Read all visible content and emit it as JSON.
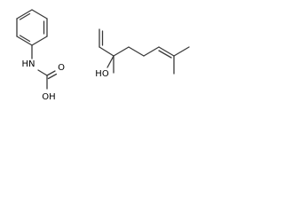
{
  "molecules": [
    {
      "atoms": {
        "nh": "HN",
        "carbonyl_o": "O",
        "oh": "OH"
      }
    },
    {
      "atoms": {
        "ho": "HO"
      }
    }
  ],
  "colors": {
    "bond": "#3a3a3a",
    "text": "#000000",
    "background": "#ffffff"
  }
}
